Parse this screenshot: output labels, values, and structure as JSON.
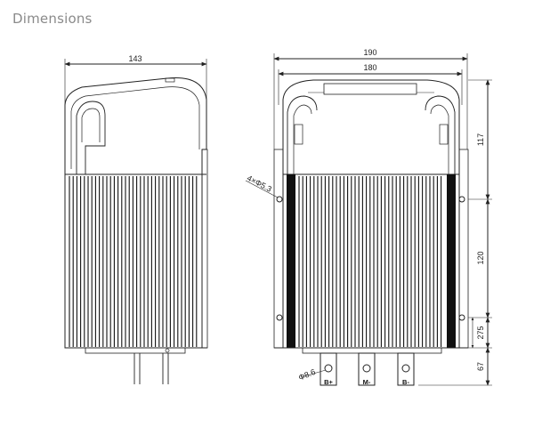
{
  "title": "Dimensions",
  "side_view": {
    "width_label": "143"
  },
  "front_view": {
    "overall_width_label": "190",
    "body_width_label": "180",
    "top_height_label": "117",
    "hole_spacing_label": "120",
    "lower_offset_label": "275",
    "terminal_height_label": "67",
    "mount_hole_label": "4×Φ5.3",
    "terminal_hole_label": "Φ8.6",
    "terminals": [
      "B+",
      "M-",
      "B-"
    ]
  },
  "colors": {
    "line": "#222222",
    "fill": "#ffffff",
    "fin": "#111111",
    "title": "#8a8a8a"
  }
}
